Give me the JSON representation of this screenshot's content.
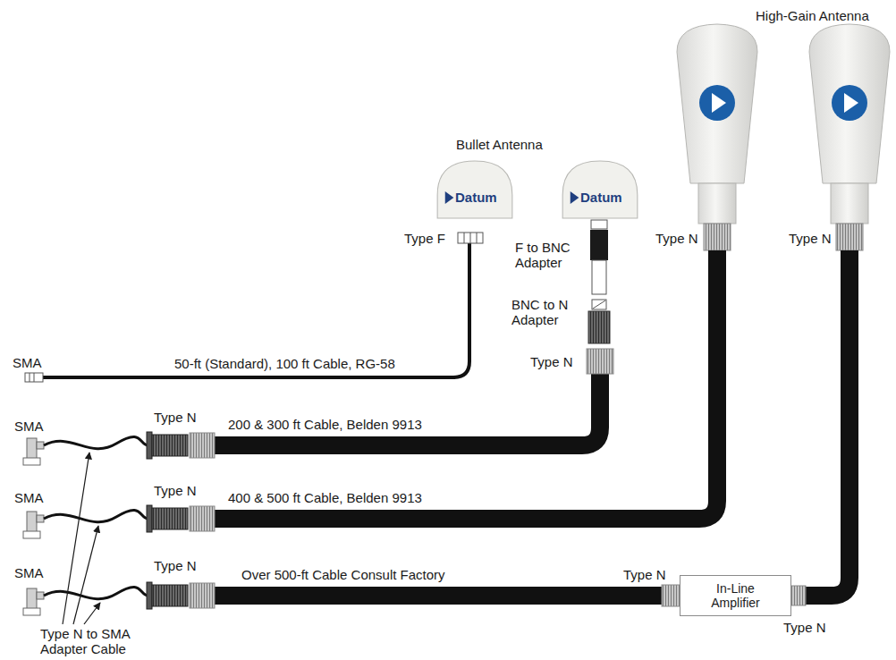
{
  "diagram": {
    "nodes": [
      {
        "text": [
          "Datum"
        ]
      },
      {
        "text": [
          "Datum"
        ]
      },
      {
        "text": [
          "In-Line Amplifier"
        ]
      }
    ],
    "labels": [
      "High-Gain Antenna",
      "Bullet Antenna",
      "Type F",
      "F to BNC Adapter",
      "BNC to N Adapter",
      "Type N",
      "Type N",
      "Type N",
      "SMA",
      "50-ft (Standard), 100 ft Cable, RG-58",
      "SMA",
      "Type N",
      "200 & 300 ft Cable, Belden 9913",
      "SMA",
      "Type N",
      "400 & 500 ft Cable, Belden 9913",
      "SMA",
      "Type N",
      "Over 500-ft Cable Consult Factory",
      "Type N",
      "Type N",
      "Type N to SMA Adapter Cable"
    ]
  }
}
